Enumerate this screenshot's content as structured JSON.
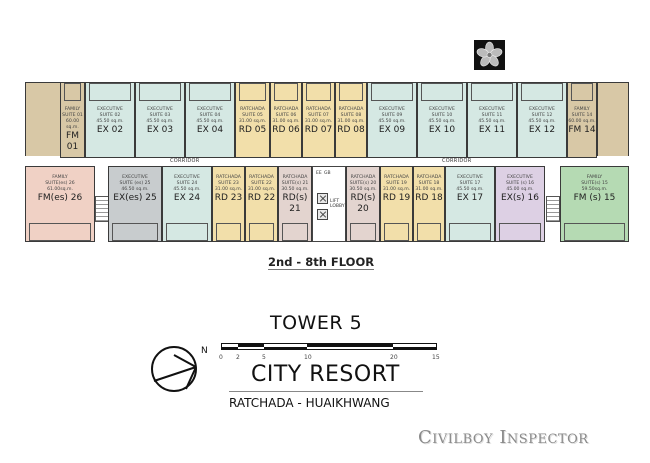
{
  "colors": {
    "family": "#d8c8a6",
    "executive": "#d5e8e3",
    "ratchada": "#f2dfaa",
    "ratchada_s": "#e3d4cf",
    "executive_es": "#c8ccce",
    "executive_s": "#ddd0e4",
    "family_es": "#f0d1c5",
    "family_s": "#b5dab3"
  },
  "top_units": [
    {
      "type": "FAMILY",
      "suite": "SUITE 01",
      "area": "60.00 sq.m.",
      "code": "FM 01",
      "kind": "family"
    },
    {
      "type": "EXECUTIVE",
      "suite": "SUITE 02",
      "area": "45.50 sq.m.",
      "code": "EX 02",
      "kind": "executive"
    },
    {
      "type": "EXECUTIVE",
      "suite": "SUITE 03",
      "area": "45.50 sq.m.",
      "code": "EX 03",
      "kind": "executive"
    },
    {
      "type": "EXECUTIVE",
      "suite": "SUITE 04",
      "area": "45.50 sq.m.",
      "code": "EX 04",
      "kind": "executive"
    },
    {
      "type": "RATCHADA",
      "suite": "SUITE 05",
      "area": "31.00 sq.m.",
      "code": "RD 05",
      "kind": "ratchada"
    },
    {
      "type": "RATCHADA",
      "suite": "SUITE 06",
      "area": "31.00 sq.m.",
      "code": "RD 06",
      "kind": "ratchada"
    },
    {
      "type": "RATCHADA",
      "suite": "SUITE 07",
      "area": "31.00 sq.m.",
      "code": "RD 07",
      "kind": "ratchada"
    },
    {
      "type": "RATCHADA",
      "suite": "SUITE 08",
      "area": "31.00 sq.m.",
      "code": "RD 08",
      "kind": "ratchada"
    },
    {
      "type": "EXECUTIVE",
      "suite": "SUITE 09",
      "area": "45.50 sq.m.",
      "code": "EX 09",
      "kind": "executive"
    },
    {
      "type": "EXECUTIVE",
      "suite": "SUITE 10",
      "area": "45.50 sq.m.",
      "code": "EX 10",
      "kind": "executive"
    },
    {
      "type": "EXECUTIVE",
      "suite": "SUITE 11",
      "area": "45.50 sq.m.",
      "code": "EX 11",
      "kind": "executive"
    },
    {
      "type": "EXECUTIVE",
      "suite": "SUITE 12",
      "area": "45.50 sq.m.",
      "code": "EX 12",
      "kind": "executive"
    },
    {
      "type": "FAMILY",
      "suite": "SUITE 14",
      "area": "60.00 sq.m.",
      "code": "FM 14",
      "kind": "family"
    }
  ],
  "bottom_units": [
    {
      "type": "FAMILY",
      "suite": "SUITE(es) 26",
      "area": "61.00sq.m.",
      "code": "FM(es) 26",
      "kind": "family_es"
    },
    {
      "type": "EXECUTIVE",
      "suite": "SUITE (es) 25",
      "area": "46.50 sq.m.",
      "code": "EX(es) 25",
      "kind": "executive_es"
    },
    {
      "type": "EXECUTIVE",
      "suite": "SUITE 24",
      "area": "45.50 sq.m.",
      "code": "EX 24",
      "kind": "executive"
    },
    {
      "type": "RATCHADA",
      "suite": "SUITE 23",
      "area": "31.00 sq.m.",
      "code": "RD 23",
      "kind": "ratchada"
    },
    {
      "type": "RATCHADA",
      "suite": "SUITE 22",
      "area": "31.00 sq.m.",
      "code": "RD 22",
      "kind": "ratchada"
    },
    {
      "type": "RATCHADA",
      "suite": "SUITE(s) 21",
      "area": "30.50 sq.m.",
      "code": "RD(s) 21",
      "kind": "ratchada_s"
    },
    {
      "type": "RATCHADA",
      "suite": "SUITE(s) 20",
      "area": "30.50 sq.m.",
      "code": "RD(s) 20",
      "kind": "ratchada_s"
    },
    {
      "type": "RATCHADA",
      "suite": "SUITE 19",
      "area": "31.00 sq.m.",
      "code": "RD 19",
      "kind": "ratchada"
    },
    {
      "type": "RATCHADA",
      "suite": "SUITE 18",
      "area": "31.00 sq.m.",
      "code": "RD 18",
      "kind": "ratchada"
    },
    {
      "type": "EXECUTIVE",
      "suite": "SUITE 17",
      "area": "45.50 sq.m.",
      "code": "EX 17",
      "kind": "executive"
    },
    {
      "type": "EXECUTIVE",
      "suite": "SUITE (s) 16",
      "area": "45.00 sq.m.",
      "code": "EX(s) 16",
      "kind": "executive_s"
    },
    {
      "type": "FAMILY",
      "suite": "SUITE(s) 15",
      "area": "59.50sq.m.",
      "code": "FM (s) 15",
      "kind": "family_s"
    }
  ],
  "core": {
    "ee": "EE",
    "gb": "GB",
    "lift_lobby": "LIFT LOBBY"
  },
  "corridor_label": "CORRIDOR",
  "floor_label": "2nd - 8th FLOOR",
  "tower_title": "TOWER 5",
  "scale_ticks": [
    "0",
    "2",
    "5",
    "10",
    "20",
    "15"
  ],
  "north_label": "N",
  "project_name": "CITY RESORT",
  "location": "RATCHADA - HUAIKHWANG",
  "watermark": "Civilboy Inspector"
}
